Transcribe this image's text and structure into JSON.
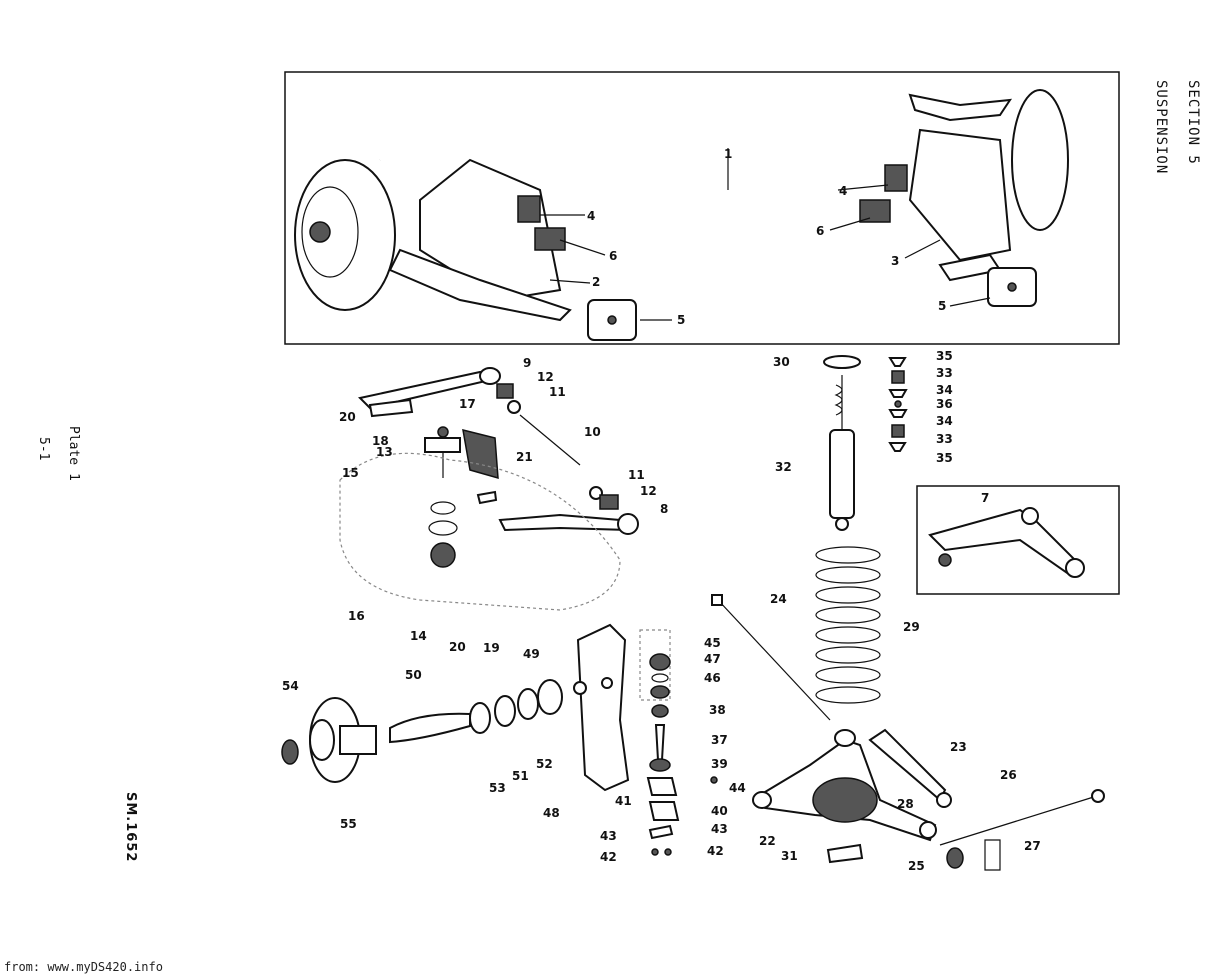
{
  "header": {
    "section_title": "SECTION 5",
    "section_subject": "SUSPENSION"
  },
  "plate": {
    "label": "Plate 1",
    "page_number": "5-1",
    "drawing_code": "SM.1652"
  },
  "footer": {
    "source": "from: www.myDS420.info"
  },
  "callouts": [
    "1",
    "2",
    "3",
    "4",
    "4",
    "5",
    "5",
    "6",
    "6",
    "7",
    "8",
    "9",
    "10",
    "11",
    "11",
    "12",
    "12",
    "13",
    "14",
    "15",
    "16",
    "17",
    "18",
    "19",
    "20",
    "20",
    "21",
    "22",
    "23",
    "24",
    "25",
    "26",
    "27",
    "28",
    "29",
    "30",
    "31",
    "32",
    "33",
    "33",
    "34",
    "34",
    "35",
    "35",
    "36",
    "37",
    "38",
    "39",
    "40",
    "41",
    "42",
    "42",
    "43",
    "43",
    "44",
    "45",
    "46",
    "47",
    "48",
    "49",
    "50",
    "51",
    "52",
    "53",
    "54",
    "55"
  ]
}
